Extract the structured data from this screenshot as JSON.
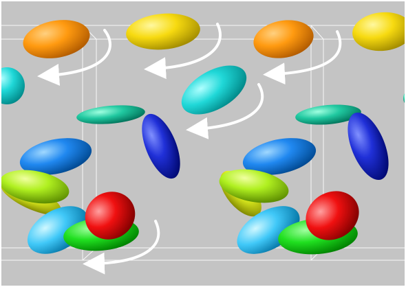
{
  "scene": {
    "background": "#c4c4c4",
    "frame_color": "#ffffff",
    "arrow_color": "#ffffff"
  },
  "ellipsoids": [
    {
      "id": "orange-1",
      "color": "#ff9a10"
    },
    {
      "id": "yellow-1",
      "color": "#f7da10"
    },
    {
      "id": "cyan-1",
      "color": "#20d8d8"
    },
    {
      "id": "teal-1",
      "color": "#20c8a0"
    },
    {
      "id": "cyan-2",
      "color": "#20d8d8"
    },
    {
      "id": "teal-2",
      "color": "#20c8a0"
    },
    {
      "id": "navy-1",
      "color": "#2030d8"
    },
    {
      "id": "blue-1",
      "color": "#2088f0"
    },
    {
      "id": "lime-1",
      "color": "#b0f020"
    },
    {
      "id": "lightblue-1",
      "color": "#40c8f8"
    },
    {
      "id": "green-1",
      "color": "#20e020"
    },
    {
      "id": "red-1",
      "color": "#f01010"
    }
  ],
  "arrows": [
    {
      "id": "rotation-arrow-top-left"
    },
    {
      "id": "rotation-arrow-top-middle"
    },
    {
      "id": "rotation-arrow-center"
    },
    {
      "id": "rotation-arrow-top-right"
    },
    {
      "id": "rotation-arrow-bottom"
    }
  ]
}
